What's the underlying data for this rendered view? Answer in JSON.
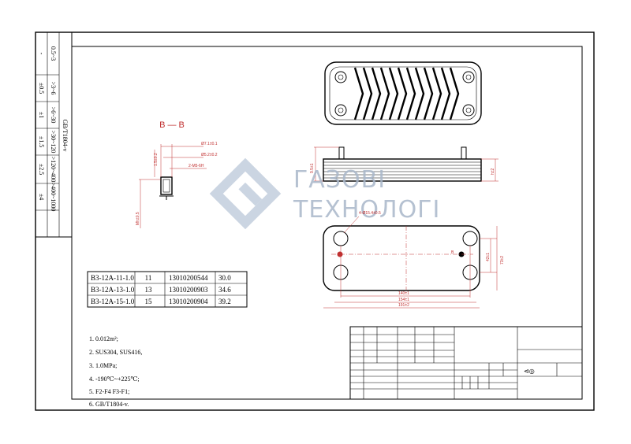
{
  "section_label": "B — B",
  "watermark": {
    "line1": "ГАЗОВІ",
    "line2": "ТЕХНОЛОГІ",
    "color": "#a9b7c9"
  },
  "side_table": {
    "standard": "GB/T1804-v",
    "ranges": [
      "0.5~3",
      ">3~6",
      ">6~30",
      ">30~120",
      ">120~400",
      ">400~1000"
    ],
    "tolerances": [
      "-",
      "±0.5",
      "±1",
      "±1.5",
      "±2.5",
      "±4"
    ]
  },
  "models_table": [
    {
      "model": "B3-12A-11-1.0",
      "plates": "11",
      "code": "13010200544",
      "value": "30.0"
    },
    {
      "model": "B3-12A-13-1.0",
      "plates": "13",
      "code": "13010200903",
      "value": "34.6"
    },
    {
      "model": "B3-12A-15-1.0",
      "plates": "15",
      "code": "13010200904",
      "value": "39.2"
    }
  ],
  "notes": [
    "1. 0.012m²;",
    "2. SUS304, SUS416,",
    "3. 1.0MPa;",
    "4. -190℃~+225℃;",
    "5. F2-F4 F3-F1;",
    "6. GB/T1804-v."
  ],
  "dimensions": {
    "section_top": "Ø7.1±0.1",
    "section_mid": "Ø5.2±0.2",
    "section_thread": "2-M5-6H",
    "section_left": "1.5±0.2",
    "section_height": "Mh±0.5",
    "plan_hole": "4-Ø15.4±0.5",
    "plan_width_inner": "140±1",
    "plan_width_mid": "154±1",
    "plan_width_outer": "191±2",
    "plan_height_inner": "42±1",
    "plan_height_outer": "73±2",
    "side_thickness": "h±2",
    "side_left": "9.5±1",
    "section_marker_b": "B"
  },
  "title_block": {
    "projection_symbol": "⊲◎"
  }
}
